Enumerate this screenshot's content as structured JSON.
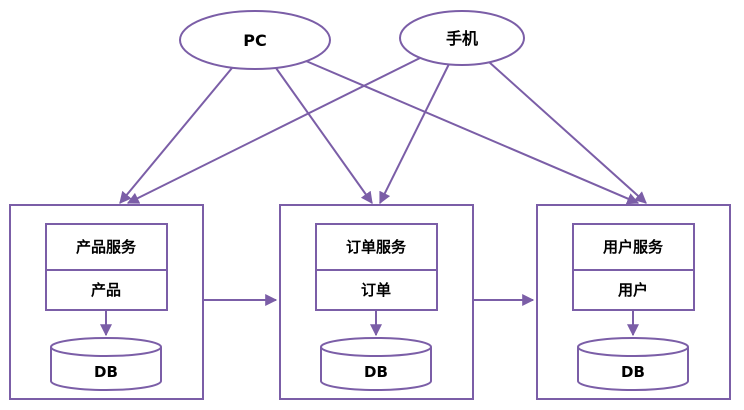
{
  "clients": [
    {
      "label": "PC"
    },
    {
      "label": "手机"
    }
  ],
  "services": [
    {
      "title": "产品服务",
      "entity": "产品",
      "db": "DB"
    },
    {
      "title": "订单服务",
      "entity": "订单",
      "db": "DB"
    },
    {
      "title": "用户服务",
      "entity": "用户",
      "db": "DB"
    }
  ],
  "colors": {
    "stroke": "#7B5EA7",
    "text": "#000000",
    "background": "#FFFFFF"
  }
}
